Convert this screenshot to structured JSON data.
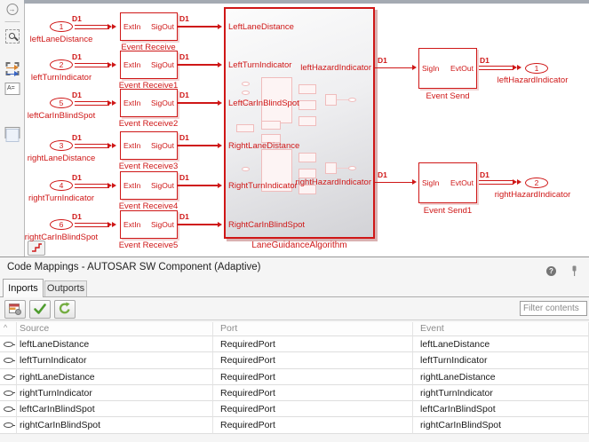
{
  "colors": {
    "accent_red": "#cf1717",
    "canvas_strip": "#a4aab2",
    "validate_green": "#4e9c2e",
    "refresh_green": "#74ad41"
  },
  "palette": {
    "icons": [
      "pane-collapse-icon",
      "zoom-region-icon",
      "fit-to-view-icon",
      "route-arrows-icon",
      "text-annotation-icon",
      "image-annotation-icon",
      "area-annotation-icon",
      "viewmark-camera-icon",
      "subsystem-badge-icon",
      "sample-time-legend-icon"
    ]
  },
  "canvas": {
    "wire_label": "D1",
    "receive_rows": [
      {
        "num": "1",
        "port_label": "leftLaneDistance",
        "in_port": "ExtIn",
        "out_port": "SigOut",
        "block_name": "Event Receive",
        "algo_input": "LeftLaneDistance"
      },
      {
        "num": "2",
        "port_label": "leftTurnIndicator",
        "in_port": "ExtIn",
        "out_port": "SigOut",
        "block_name": "Event Receive1",
        "algo_input": "LeftTurnIndicator"
      },
      {
        "num": "5",
        "port_label": "leftCarInBlindSpot",
        "in_port": "ExtIn",
        "out_port": "SigOut",
        "block_name": "Event Receive2",
        "algo_input": "LeftCarInBlindSpot"
      },
      {
        "num": "3",
        "port_label": "rightLaneDistance",
        "in_port": "ExtIn",
        "out_port": "SigOut",
        "block_name": "Event Receive3",
        "algo_input": "RightLaneDistance"
      },
      {
        "num": "4",
        "port_label": "rightTurnIndicator",
        "in_port": "ExtIn",
        "out_port": "SigOut",
        "block_name": "Event Receive4",
        "algo_input": "RightTurnIndicator"
      },
      {
        "num": "6",
        "port_label": "rightCarInBlindSpot",
        "in_port": "ExtIn",
        "out_port": "SigOut",
        "block_name": "Event Receive5",
        "algo_input": "RightCarInBlindSpot"
      }
    ],
    "algorithm_block": {
      "label": "LaneGuidanceAlgorithm"
    },
    "send_rows": [
      {
        "algo_output": "leftHazardIndicator",
        "in_port": "SigIn",
        "out_port": "EvtOut",
        "block_name": "Event Send",
        "num": "1",
        "port_label": "leftHazardIndicator"
      },
      {
        "algo_output": "rightHazardIndicator",
        "in_port": "SigIn",
        "out_port": "EvtOut",
        "block_name": "Event Send1",
        "num": "2",
        "port_label": "rightHazardIndicator"
      }
    ]
  },
  "code_mappings": {
    "title": "Code Mappings - AUTOSAR SW Component (Adaptive)",
    "icons": [
      "update-code-mappings-icon",
      "validate-icon",
      "refresh-icon",
      "help-icon",
      "pin-icon"
    ],
    "tabs": {
      "inports": "Inports",
      "outports": "Outports"
    },
    "filter": {
      "placeholder": "Filter contents"
    },
    "table": {
      "sort_indicator": "^",
      "columns": {
        "source": "Source",
        "port": "Port",
        "event": "Event"
      },
      "rows": [
        {
          "source": "leftLaneDistance",
          "port": "RequiredPort",
          "event": "leftLaneDistance"
        },
        {
          "source": "leftTurnIndicator",
          "port": "RequiredPort",
          "event": "leftTurnIndicator"
        },
        {
          "source": "rightLaneDistance",
          "port": "RequiredPort",
          "event": "rightLaneDistance"
        },
        {
          "source": "rightTurnIndicator",
          "port": "RequiredPort",
          "event": "rightTurnIndicator"
        },
        {
          "source": "leftCarInBlindSpot",
          "port": "RequiredPort",
          "event": "leftCarInBlindSpot"
        },
        {
          "source": "rightCarInBlindSpot",
          "port": "RequiredPort",
          "event": "rightCarInBlindSpot"
        }
      ]
    }
  }
}
